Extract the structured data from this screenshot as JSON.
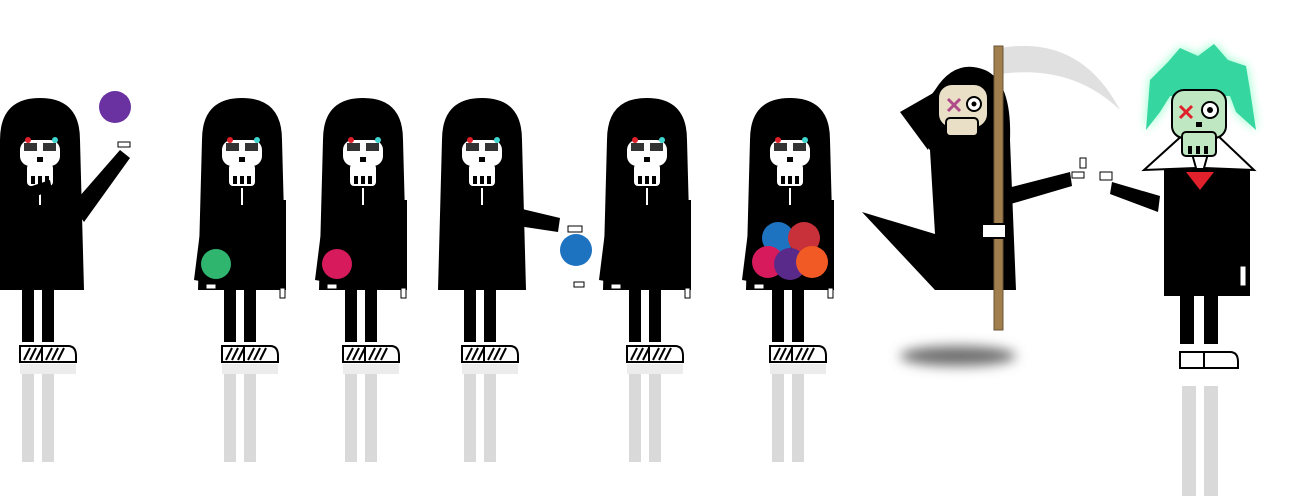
{
  "scene": {
    "background": "#ffffff",
    "robe_color": "#000000",
    "bone_color": "#ffffff",
    "reflection_color": "#d9d9d9",
    "eye_left_color": "#e0202a",
    "eye_right_color": "#3fd6d0"
  },
  "skeletons": [
    {
      "pose": "raise-right-arm",
      "ball_colors": [
        "#6a32a0"
      ],
      "ball_place": "above-hand"
    },
    {
      "pose": "idle",
      "ball_colors": [
        "#2fb56e"
      ],
      "ball_place": "left-hip"
    },
    {
      "pose": "idle",
      "ball_colors": [
        "#d61a5c"
      ],
      "ball_place": "left-hip"
    },
    {
      "pose": "reach-right",
      "ball_colors": [
        "#1d73c0"
      ],
      "ball_place": "right-hand"
    },
    {
      "pose": "idle",
      "ball_colors": [],
      "ball_place": "none"
    },
    {
      "pose": "idle",
      "ball_colors": [
        "#1d73c0",
        "#c8303a",
        "#d61a5c",
        "#5a2a8a",
        "#f15a24"
      ],
      "ball_place": "pile"
    }
  ],
  "reaper": {
    "robe_color": "#000000",
    "skull_color": "#e8dfc6",
    "staff_color": "#a07e4e",
    "blade_color": "#e0e0e0",
    "x_eye_color": "#b04a8a",
    "shadow_color": "#6e6e6e"
  },
  "zombie": {
    "hair_color": "#36d6a0",
    "glow_color": "#7dffc2",
    "skin_color": "#bfe8c2",
    "x_eye_color": "#e0202a",
    "coat_color": "#000000",
    "tie_color": "#e0202a"
  }
}
